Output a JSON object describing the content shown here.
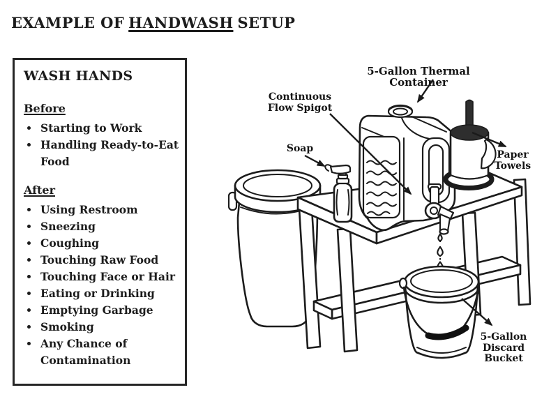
{
  "title": {
    "prefix": "EXAMPLE OF",
    "underlined": "HANDWASH",
    "suffix": "SETUP"
  },
  "wash_card": {
    "heading": "WASH HANDS",
    "before_heading": "Before",
    "before_items": [
      "Starting to Work",
      "Handling Ready-to-Eat Food"
    ],
    "after_heading": "After",
    "after_items": [
      "Using Restroom",
      "Sneezing",
      "Coughing",
      "Touching Raw Food",
      "Touching Face or Hair",
      "Eating or Drinking",
      "Emptying Garbage",
      "Smoking",
      "Any Chance of Contamination"
    ]
  },
  "diagram": {
    "labels": {
      "thermal_container": "5-Gallon Thermal Container",
      "flow_spigot_line1": "Continuous",
      "flow_spigot_line2": "Flow Spigot",
      "soap": "Soap",
      "paper_towels_line1": "Paper",
      "paper_towels_line2": "Towels",
      "discard_bucket_line1": "5-Gallon",
      "discard_bucket_line2": "Discard",
      "discard_bucket_line3": "Bucket"
    },
    "colors": {
      "ink": "#1c1c1c"
    }
  }
}
